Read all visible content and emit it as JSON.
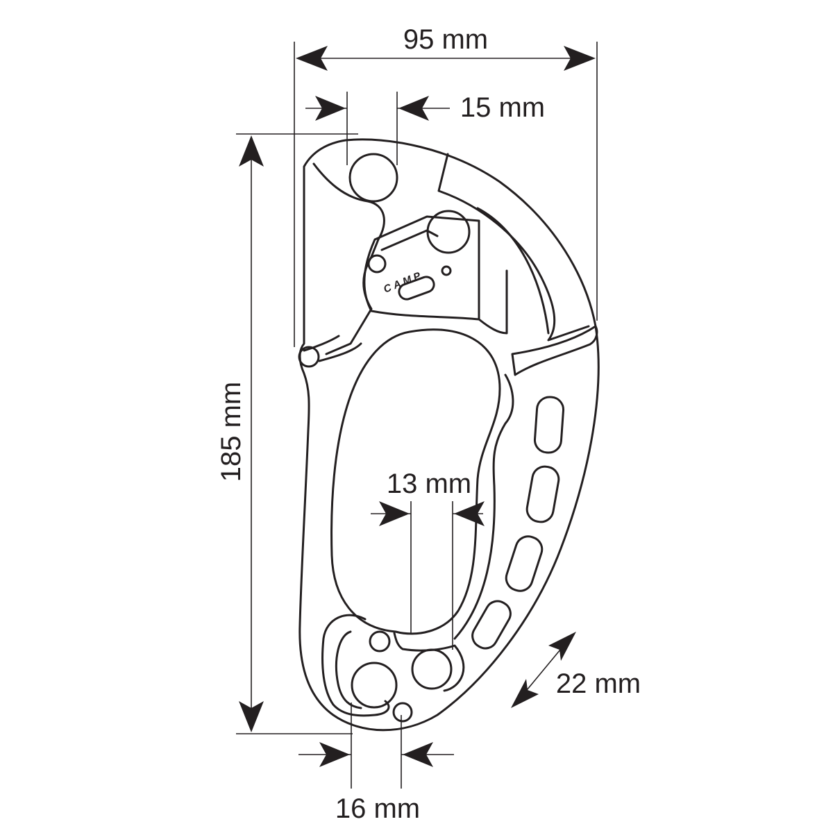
{
  "brand": "CAMP",
  "dimensions": {
    "width": "95 mm",
    "upper_gate": "15 mm",
    "height": "185 mm",
    "inner_gap": "13 mm",
    "lower_hole": "16 mm",
    "thickness": "22 mm"
  }
}
